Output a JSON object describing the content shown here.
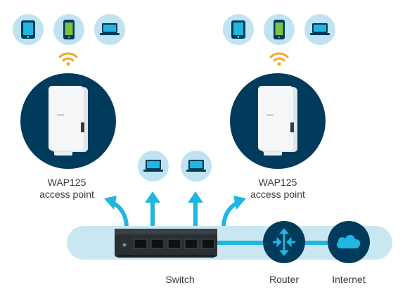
{
  "access_points": [
    {
      "name": "WAP125",
      "subtitle": "access point"
    },
    {
      "name": "WAP125",
      "subtitle": "access point"
    }
  ],
  "nodes": {
    "switch": "Switch",
    "router": "Router",
    "internet": "Internet"
  },
  "left_devices": [
    "tablet-icon",
    "smartphone-icon",
    "laptop-icon"
  ],
  "right_devices": [
    "tablet-icon",
    "smartphone-icon",
    "laptop-icon"
  ],
  "switch_devices": [
    "laptop-icon",
    "laptop-icon"
  ],
  "colors": {
    "navy": "#003b5c",
    "accent": "#20b6e0",
    "light_blue": "#bfe3f2",
    "band": "#c9e7f3",
    "phone_green": "#7cc242",
    "wifi": "#f5a623"
  }
}
